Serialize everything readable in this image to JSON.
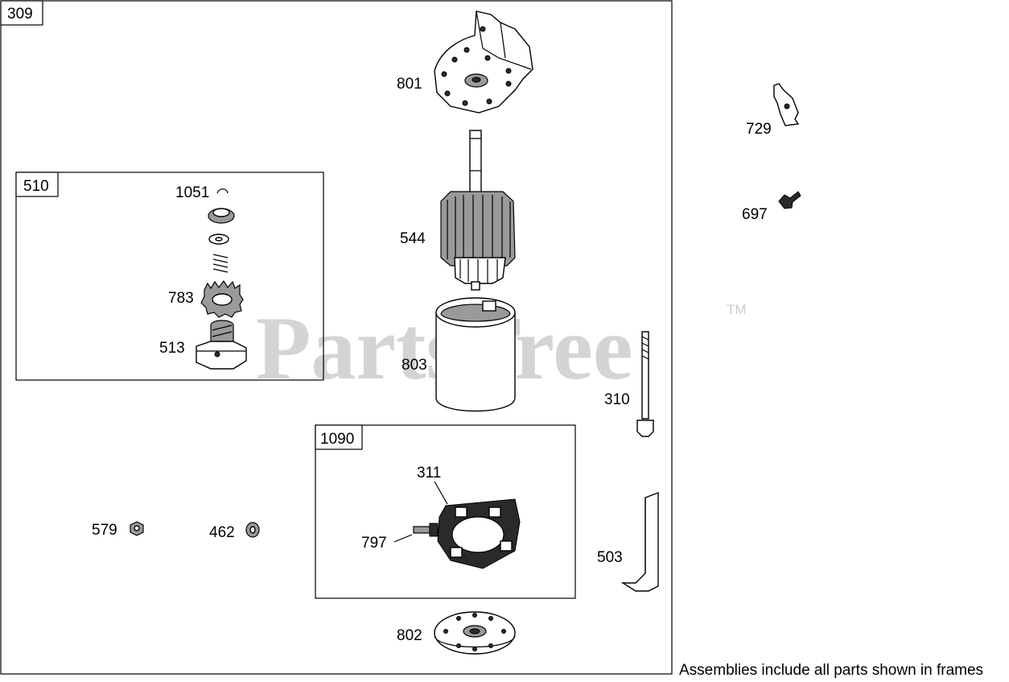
{
  "watermark": {
    "text": "PartsTree",
    "trademark": "TM"
  },
  "main_frame": {
    "number": "309"
  },
  "sub_frames": [
    {
      "number": "510"
    },
    {
      "number": "1090"
    }
  ],
  "parts": {
    "p801": "801",
    "p729": "729",
    "p697": "697",
    "p1051": "1051",
    "p544": "544",
    "p783": "783",
    "p513": "513",
    "p803": "803",
    "p310": "310",
    "p311": "311",
    "p579": "579",
    "p462": "462",
    "p797": "797",
    "p503": "503",
    "p802": "802"
  },
  "footer_note": "Assemblies include all parts shown in frames"
}
